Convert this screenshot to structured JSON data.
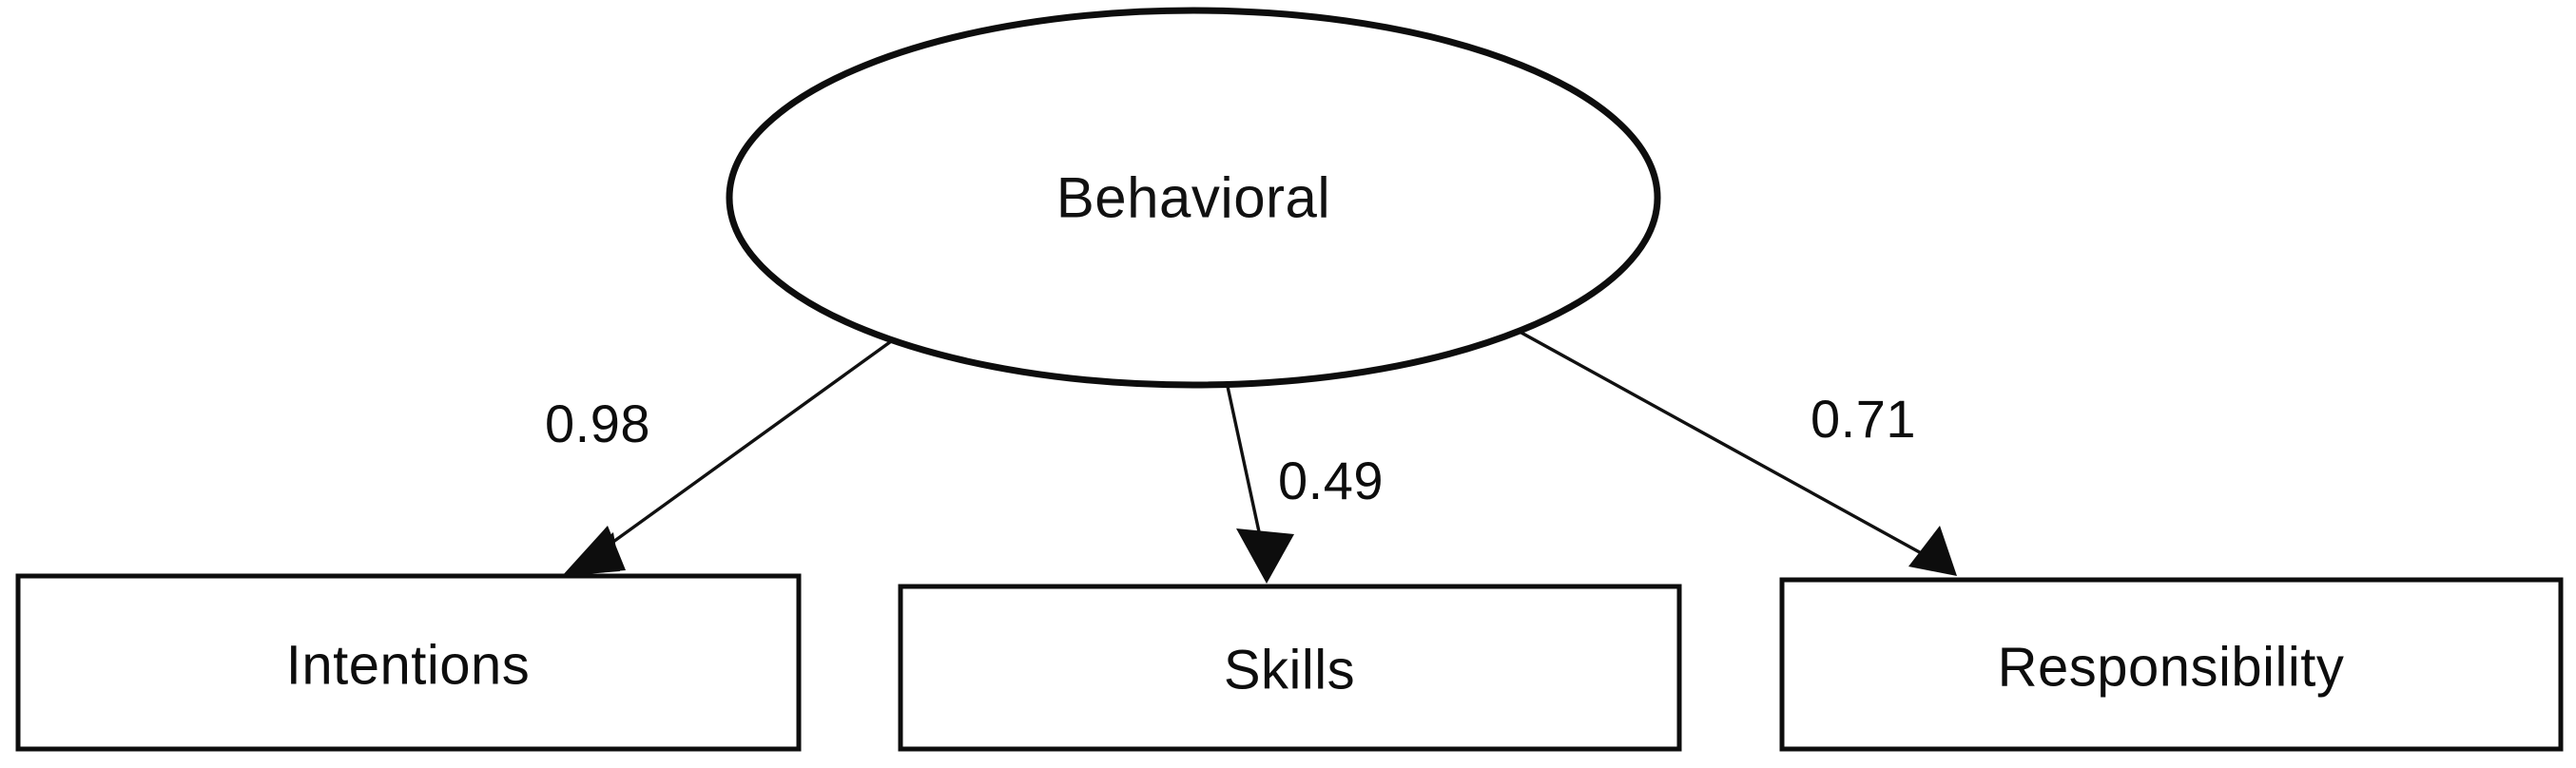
{
  "diagram": {
    "type": "sem-path-diagram",
    "background_color": "#ffffff",
    "stroke_color": "#0d0d0d",
    "latent_factor": {
      "label": "Behavioral",
      "shape": "ellipse"
    },
    "indicators": [
      {
        "label": "Intentions",
        "shape": "rectangle"
      },
      {
        "label": "Skills",
        "shape": "rectangle"
      },
      {
        "label": "Responsibility",
        "shape": "rectangle"
      }
    ],
    "paths": [
      {
        "from": "Behavioral",
        "to": "Intentions",
        "coefficient": "0.98"
      },
      {
        "from": "Behavioral",
        "to": "Skills",
        "coefficient": "0.49"
      },
      {
        "from": "Behavioral",
        "to": "Responsibility",
        "coefficient": "0.71"
      }
    ]
  },
  "chart_data": {
    "type": "diagram",
    "title": "",
    "categories": [
      "Intentions",
      "Skills",
      "Responsibility"
    ],
    "values": [
      0.98,
      0.49,
      0.71
    ],
    "series": [
      {
        "name": "Behavioral",
        "values": [
          0.98,
          0.49,
          0.71
        ]
      }
    ],
    "xlabel": "",
    "ylabel": "",
    "legend": []
  }
}
